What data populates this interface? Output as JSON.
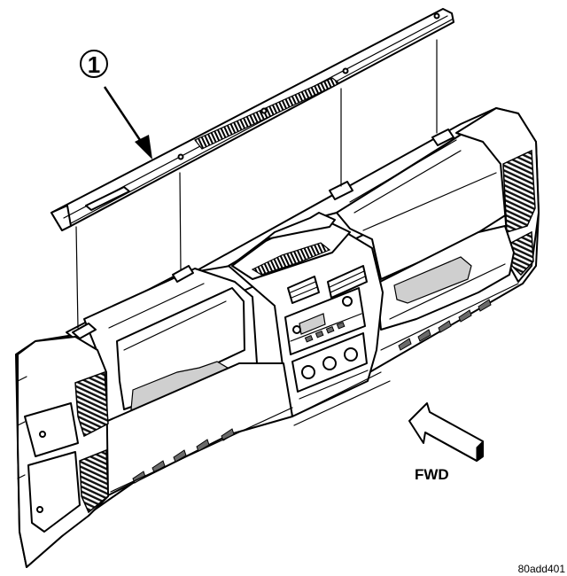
{
  "callout": {
    "number": "1"
  },
  "direction": {
    "label": "FWD"
  },
  "figure": {
    "id": "80add401"
  }
}
